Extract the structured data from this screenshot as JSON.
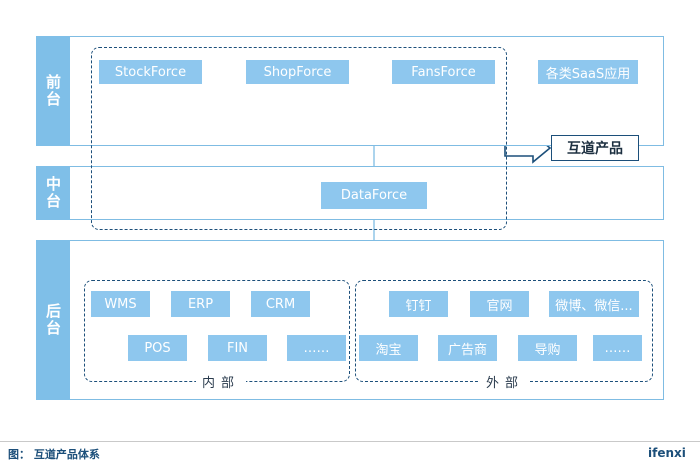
{
  "layers": {
    "front": "前台",
    "middle": "中台",
    "back": "后台"
  },
  "front_products": [
    "StockForce",
    "ShopForce",
    "FansForce",
    "各类SaaS应用"
  ],
  "middle_product": "DataForce",
  "internal": {
    "label": "内部",
    "row1": [
      "WMS",
      "ERP",
      "CRM"
    ],
    "row2": [
      "POS",
      "FIN",
      "……"
    ]
  },
  "external": {
    "label": "外部",
    "row1": [
      "钉钉",
      "官网",
      "微博、微信..."
    ],
    "row2": [
      "淘宝",
      "广告商",
      "导购",
      "……"
    ]
  },
  "product_callout": "互道产品",
  "caption": "图：  互道产品体系",
  "brand": "ifenxi",
  "colors": {
    "band_border": "#7fbce3",
    "label_fill": "#7fbfe8",
    "box_fill": "#8ec7ee",
    "dash": "#1c4f7a"
  }
}
